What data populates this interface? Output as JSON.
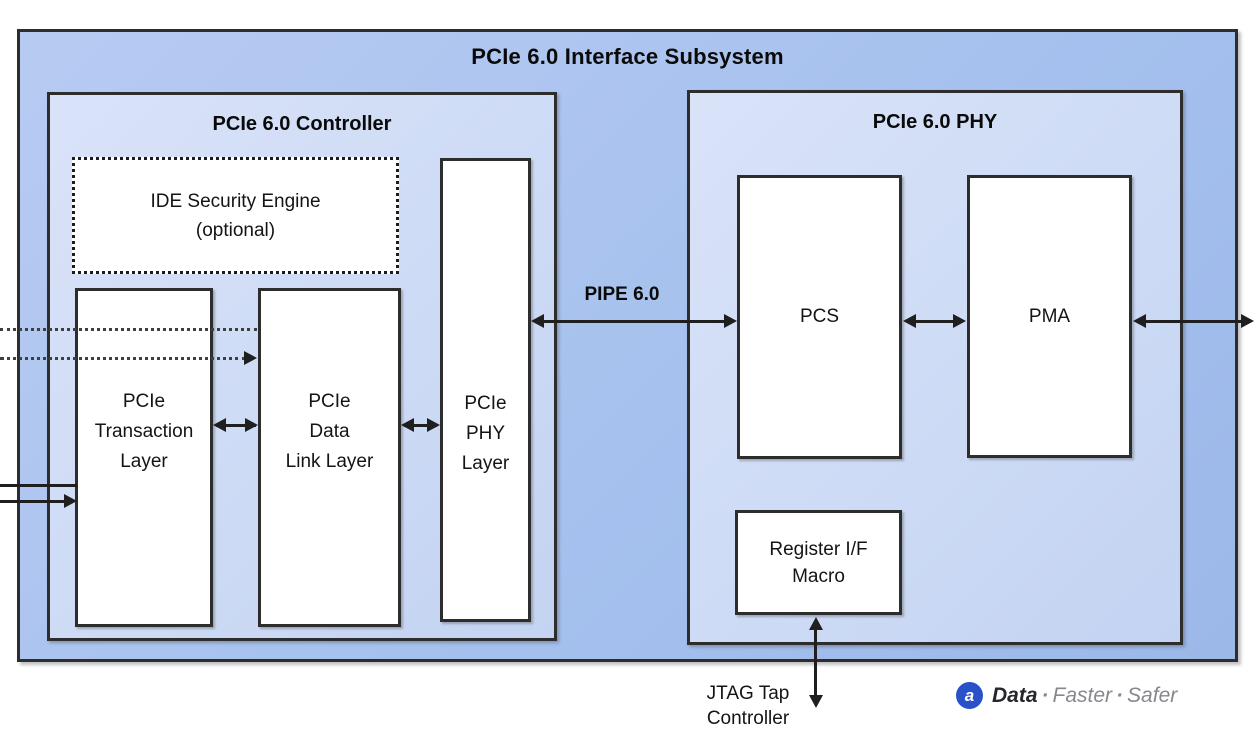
{
  "colors": {
    "outer_fill": "#a6c1ee",
    "panel_fill": "#ccdaf5",
    "box_fill": "#ffffff",
    "border": "#2d2d2d",
    "logo_blue": "#2a52c8",
    "logo_text_dark": "#26262e",
    "logo_text_gray": "#87878f"
  },
  "subsystem": {
    "title": "PCIe 6.0 Interface Subsystem"
  },
  "controller": {
    "title": "PCIe 6.0 Controller",
    "ide_engine": {
      "line1": "IDE Security Engine",
      "line2": "(optional)"
    },
    "transaction_layer": {
      "line1": "PCIe",
      "line2": "Transaction",
      "line3": "Layer"
    },
    "data_link_layer": {
      "line1": "PCIe",
      "line2": "Data",
      "line3": "Link Layer"
    },
    "phy_layer": {
      "line1": "PCIe",
      "line2": "PHY",
      "line3": "Layer"
    }
  },
  "phy": {
    "title": "PCIe 6.0 PHY",
    "pcs": "PCS",
    "pma": "PMA",
    "register_macro": {
      "line1": "Register I/F",
      "line2": "Macro"
    }
  },
  "labels": {
    "pipe": "PIPE 6.0",
    "jtag": {
      "line1": "JTAG Tap",
      "line2": "Controller"
    }
  },
  "logo": {
    "glyph": "a",
    "word1": "Data",
    "sep": "·",
    "word2": "Faster",
    "word3": "Safer"
  }
}
